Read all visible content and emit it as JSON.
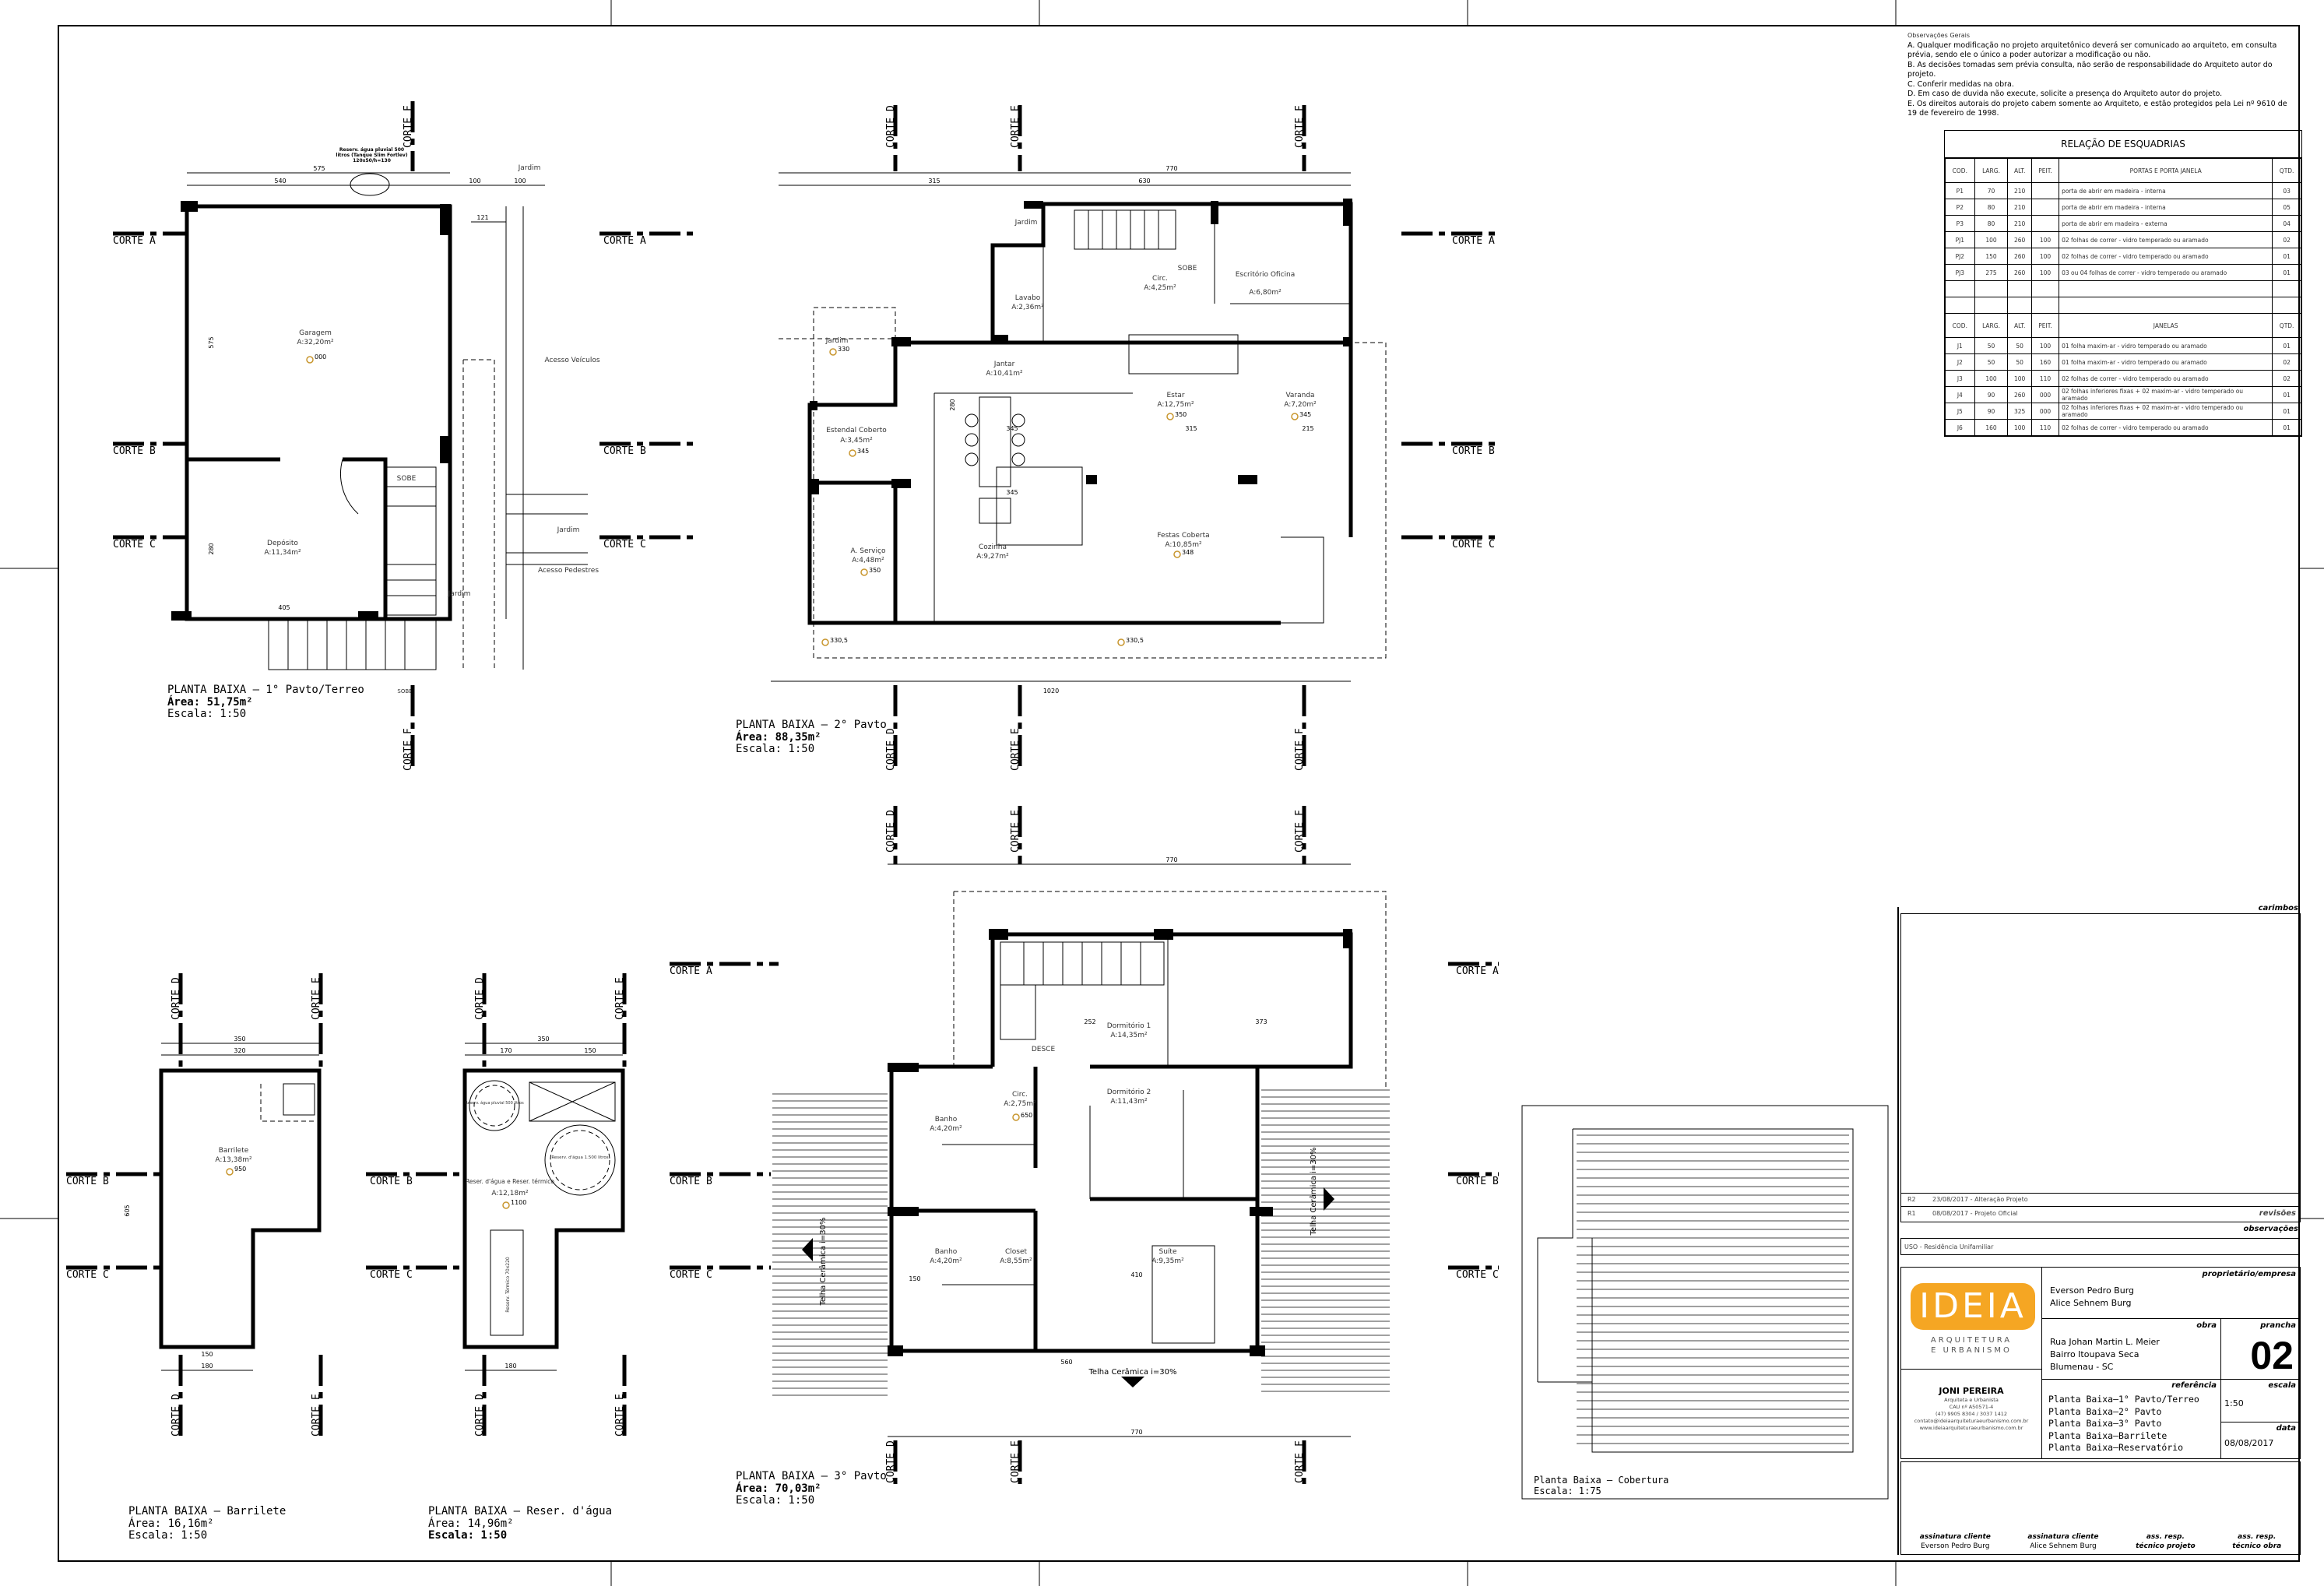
{
  "cortes": {
    "a": "CORTE A",
    "b": "CORTE B",
    "c": "CORTE C",
    "d": "CORTE D",
    "e": "CORTE E",
    "f": "CORTE F"
  },
  "plan1": {
    "title": "PLANTA BAIXA – 1° Pavto/Terreo",
    "area": "Área: 51,75m²",
    "scale": "Escala: 1:50",
    "rooms": {
      "garagem": "Garagem",
      "garagem_area": "A:32,20m²",
      "garagem_lv": "000",
      "deposito": "Depósito",
      "deposito_area": "A:11,34m²",
      "jardim1": "Jardim",
      "jardim2": "Jardim",
      "jardim3": "Jardim",
      "acesso_veiculos": "Acesso Veículos",
      "acesso_pedestres": "Acesso Pedestres",
      "sobe1": "SOBE",
      "sobe2": "SOBE",
      "tank": "Reserv. água pluvial 500 litros (Tanque Slim Fortlev) 120x50/h=130"
    },
    "dims": {
      "d575": "575",
      "d540": "540",
      "d100a": "100",
      "d100b": "100",
      "d405": "405",
      "d575v": "575",
      "d280": "280",
      "d121": "121"
    }
  },
  "plan2": {
    "title": "PLANTA BAIXA – 2° Pavto",
    "area": "Área: 88,35m²",
    "scale": "Escala: 1:50",
    "rooms": {
      "jardim1": "Jardim",
      "jardim2": "Jardim",
      "jardim_lv": "330",
      "lavabo": "Lavabo",
      "lavabo_area": "A:2,36m²",
      "circ": "Circ.",
      "circ_area": "A:4,25m²",
      "escritorio": "Escritório Oficina",
      "escritorio_area": "A:6,80m²",
      "jantar": "Jantar",
      "jantar_area": "A:10,41m²",
      "estar": "Estar",
      "estar_area": "A:12,75m²",
      "estar_lv": "350",
      "varanda": "Varanda",
      "varanda_area": "A:7,20m²",
      "varanda_lv": "345",
      "estendal": "Estendal Coberto",
      "estendal_area": "A:3,45m²",
      "estendal_lv": "345",
      "servico": "A. Serviço",
      "servico_area": "A:4,48m²",
      "servico_lv": "350",
      "cozinha": "Cozinha",
      "cozinha_area": "A:9,27m²",
      "festas": "Festas Coberta",
      "festas_area": "A:10,85m²",
      "festas_lv": "348",
      "sobe": "SOBE",
      "lv1": "330,5",
      "lv2": "330,5"
    },
    "dims": {
      "d770": "770",
      "d315": "315",
      "d630": "630",
      "d345": "345",
      "d345b": "345",
      "d315b": "315",
      "d215": "215",
      "d280": "280",
      "d1020": "1020"
    }
  },
  "plan3": {
    "title": "PLANTA BAIXA – 3° Pavto",
    "area": "Área: 70,03m²",
    "scale": "Escala: 1:50",
    "rooms": {
      "circ": "Circ.",
      "circ_area": "A:2,75m²",
      "circ_lv": "650",
      "dorm1": "Dormitório 1",
      "dorm1_area": "A:14,35m²",
      "dorm2": "Dormitório 2",
      "dorm2_area": "A:11,43m²",
      "banho1": "Banho",
      "banho1_area": "A:4,20m²",
      "banho2": "Banho",
      "banho2_area": "A:4,20m²",
      "closet": "Closet",
      "closet_area": "A:8,55m²",
      "suite": "Suíte",
      "suite_area": "A:9,35m²",
      "desce": "DESCE",
      "telha1": "Telha Cerâmica i=30%",
      "telha2": "Telha Cerâmica i=30%",
      "telha3": "Telha Cerâmica i=30%"
    },
    "dims": {
      "d770": "770",
      "d252": "252",
      "d373": "373",
      "d410": "410",
      "d560": "560",
      "d150": "150"
    }
  },
  "barrilete": {
    "title": "PLANTA BAIXA – Barrilete",
    "area": "Área: 16,16m²",
    "scale": "Escala: 1:50",
    "room": "Barrilete",
    "room_area": "A:13,38m²",
    "room_lv": "950",
    "d350": "350",
    "d320": "320",
    "d180": "180",
    "d150": "150",
    "d605": "605"
  },
  "reservatorio": {
    "title": "PLANTA BAIXA – Reser. d'água",
    "area": "Área: 14,96m²",
    "scale": "Escala: 1:50",
    "room": "Reser. d'água e Reser. térmico",
    "room_area": "A:12,18m²",
    "room_lv": "1100",
    "tank1": "Reserv. água pluvial 500 litros",
    "tank2": "Reserv. d'água 1.500 litros",
    "tank3": "Reserv. Térmico 70x220",
    "d350": "350",
    "d170": "170",
    "d150": "150",
    "d180": "180"
  },
  "cobertura": {
    "title": "Planta Baixa – Cobertura",
    "scale": "Escala: 1:75"
  },
  "notes": {
    "title": "Observações Gerais",
    "items": [
      "A. Qualquer modificação no projeto arquitetônico deverá ser comunicado ao arquiteto, em consulta prévia, sendo ele o único a poder autorizar a modificação ou não.",
      "B. As decisões tomadas sem prévia consulta, não serão de responsabilidade do Arquiteto autor do projeto.",
      "C. Conferir medidas na obra.",
      "D. Em caso de duvida não execute, solicite a presença do Arquiteto autor do projeto.",
      "E. Os direitos autorais do projeto cabem somente ao Arquiteto, e estão protegidos pela Lei nº 9610 de 19 de fevereiro de 1998."
    ]
  },
  "esquadrias": {
    "title": "RELAÇÃO DE ESQUADRIAS",
    "headers_portas": [
      "COD.",
      "LARG.",
      "ALT.",
      "PEIT.",
      "PORTAS E PORTA JANELA",
      "QTD."
    ],
    "portas": [
      [
        "P1",
        "70",
        "210",
        "",
        "porta de abrir em madeira - interna",
        "03"
      ],
      [
        "P2",
        "80",
        "210",
        "",
        "porta de abrir em madeira - interna",
        "05"
      ],
      [
        "P3",
        "80",
        "210",
        "",
        "porta de abrir em madeira - externa",
        "04"
      ],
      [
        "PJ1",
        "100",
        "260",
        "100",
        "02 folhas de correr - vidro temperado ou aramado",
        "02"
      ],
      [
        "PJ2",
        "150",
        "260",
        "100",
        "02 folhas de correr - vidro temperado ou aramado",
        "01"
      ],
      [
        "PJ3",
        "275",
        "260",
        "100",
        "03 ou 04 folhas de correr - vidro temperado ou aramado",
        "01"
      ]
    ],
    "headers_janelas": [
      "COD.",
      "LARG.",
      "ALT.",
      "PEIT.",
      "JANELAS",
      "QTD."
    ],
    "janelas": [
      [
        "J1",
        "50",
        "50",
        "100",
        "01 folha maxim-ar - vidro temperado ou aramado",
        "01"
      ],
      [
        "J2",
        "50",
        "50",
        "160",
        "01 folha maxim-ar - vidro temperado ou aramado",
        "02"
      ],
      [
        "J3",
        "100",
        "100",
        "110",
        "02 folhas de correr - vidro temperado ou aramado",
        "02"
      ],
      [
        "J4",
        "90",
        "260",
        "000",
        "02 folhas inferiores fixas + 02 maxim-ar - vidro temperado ou aramado",
        "01"
      ],
      [
        "J5",
        "90",
        "325",
        "000",
        "02 folhas inferiores fixas + 02 maxim-ar - vidro temperado ou aramado",
        "01"
      ],
      [
        "J6",
        "160",
        "100",
        "110",
        "02 folhas de correr - vidro temperado ou aramado",
        "01"
      ]
    ]
  },
  "titleblock": {
    "carimbos": "carimbos",
    "revisions": [
      {
        "code": "R2",
        "text": "23/08/2017 - Alteração Projeto"
      },
      {
        "code": "R1",
        "text": "08/08/2017 - Projeto Oficial"
      }
    ],
    "revisoes_label": "revisões",
    "observacoes_label": "observações",
    "observacoes": "USO - Residência Unifamiliar",
    "logo": "IDEIA",
    "logo_sub1": "ARQUITETURA",
    "logo_sub2": "E URBANISMO",
    "architect": {
      "name": "JONI PEREIRA",
      "role": "Arquiteta e Urbanista",
      "cau": "CAU nº A50571-4",
      "phone": "(47) 9905 8304 / 3037 1412",
      "email": "contato@ideiaarquiteturaeurbanismo.com.br",
      "site": "www.ideiaarquiteturaeurbanismo.com.br"
    },
    "proprietario_label": "proprietário/empresa",
    "owners": [
      "Everson Pedro Burg",
      "Alice Sehnem Burg"
    ],
    "obra_label": "obra",
    "obra": [
      "Rua Johan Martin L. Meier",
      "Bairro Itoupava Seca",
      "Blumenau - SC"
    ],
    "prancha_label": "prancha",
    "prancha": "02",
    "referencia_label": "referência",
    "referencia": [
      "Planta Baixa–1° Pavto/Terreo",
      "Planta Baixa–2° Pavto",
      "Planta Baixa–3° Pavto",
      "Planta Baixa–Barrilete",
      "Planta Baixa–Reservatório"
    ],
    "escala_label": "escala",
    "escala": "1:50",
    "data_label": "data",
    "data": "08/08/2017",
    "signatures": [
      {
        "label": "assinatura cliente",
        "name": "Everson Pedro Burg"
      },
      {
        "label": "assinatura cliente",
        "name": "Alice Sehnem Burg"
      },
      {
        "label": "ass. resp.",
        "name": "técnico projeto"
      },
      {
        "label": "ass. resp.",
        "name": "técnico obra"
      }
    ]
  },
  "colors": {
    "logo": "#f5a623",
    "elevation": "#c8962e"
  }
}
